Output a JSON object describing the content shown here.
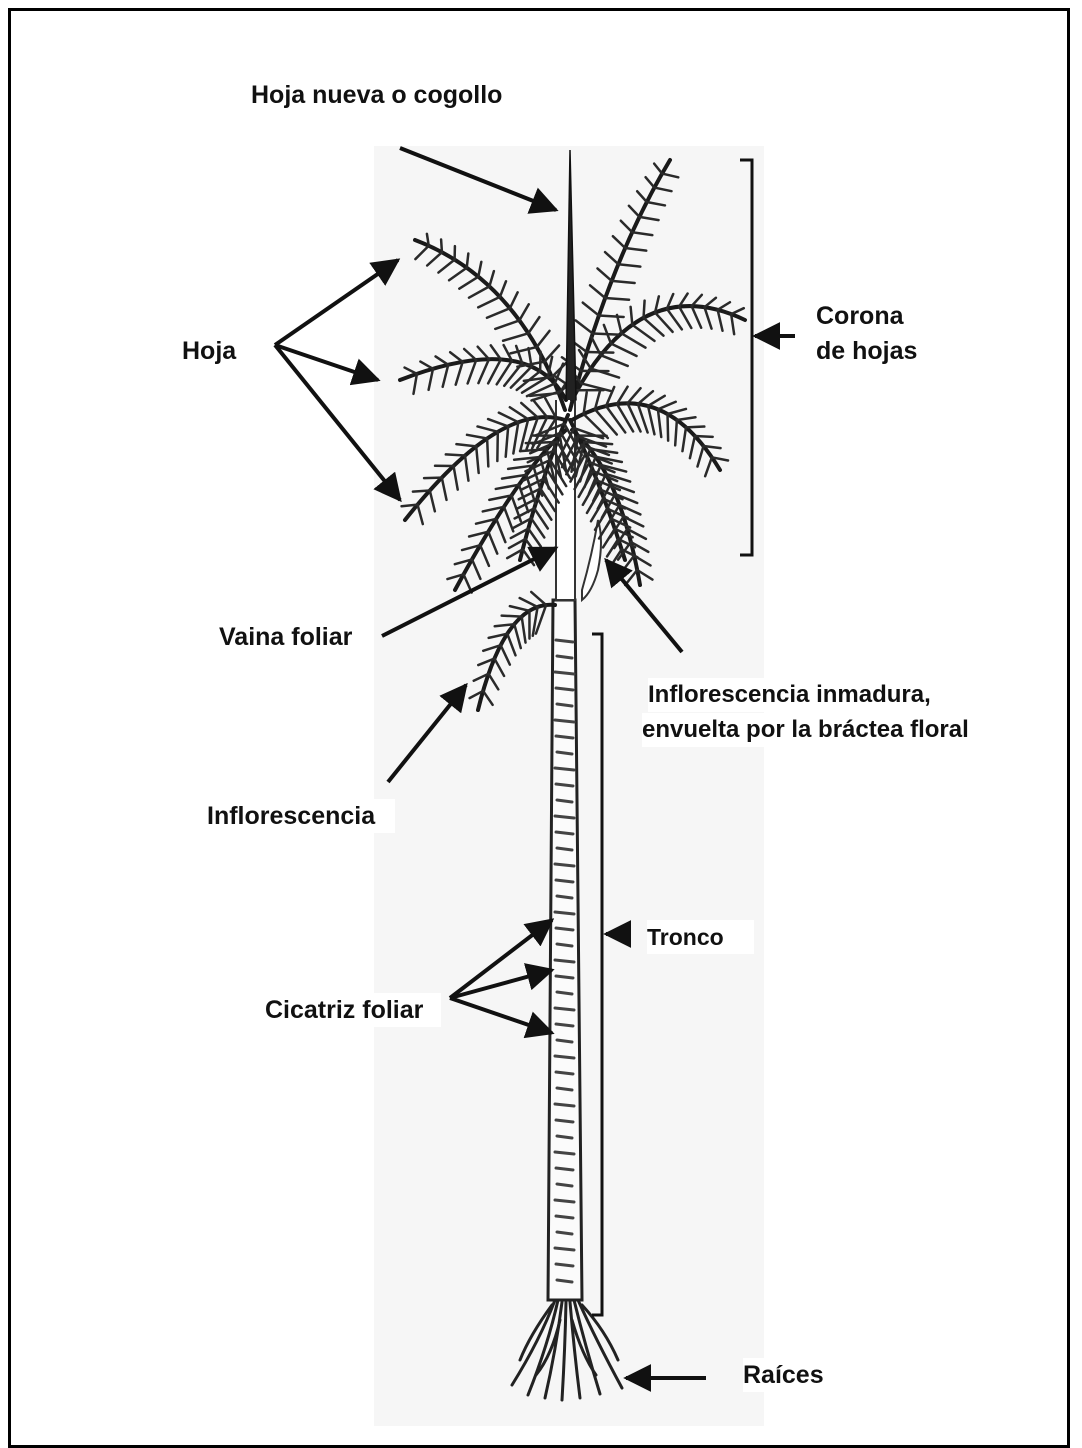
{
  "labels": {
    "hoja_nueva": "Hoja nueva  o cogollo",
    "hoja": "Hoja",
    "corona_1": "Corona",
    "corona_2": "de hojas",
    "vaina": "Vaina foliar",
    "infl_inmadura_1": "Inflorescencia  inmadura,",
    "infl_inmadura_2": "envuelta por la bráctea floral",
    "inflorescencia": "Inflorescencia",
    "tronco": "Tronco",
    "cicatriz": "Cicatriz foliar",
    "raices": "Raíces"
  },
  "colors": {
    "ink": "#111111",
    "panel": "#f6f6f6",
    "background": "#ffffff"
  },
  "icons": [
    "palm-tree-illustration",
    "arrow-icon",
    "bracket-icon"
  ]
}
